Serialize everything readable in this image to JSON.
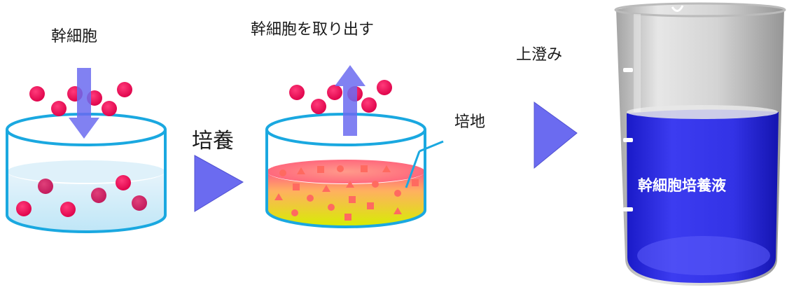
{
  "labels": {
    "stem_cells": "幹細胞",
    "culture": "培養",
    "extract": "幹細胞を取り出す",
    "medium": "培地",
    "supernatant": "上澄み",
    "culture_fluid": "幹細胞培養液"
  },
  "colors": {
    "cell": "#e8004f",
    "dish_rim": "#1aa8e0",
    "arrow": "#6b6bf0",
    "medium_top": "#ff6080",
    "medium_bottom": "#dcf000",
    "fluid": "#3333e6"
  }
}
